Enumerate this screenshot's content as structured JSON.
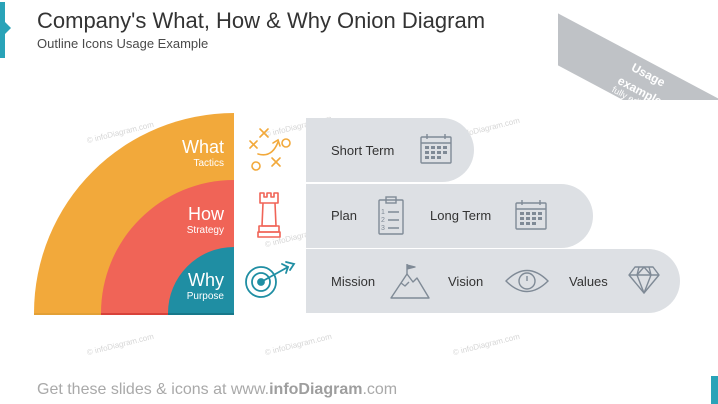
{
  "header": {
    "title": "Company's What, How & Why Onion Diagram",
    "subtitle": "Outline Icons Usage Example"
  },
  "ribbon": {
    "main_line1": "Usage",
    "main_line2": "example",
    "sub": "fully editable"
  },
  "layers": [
    {
      "label": "What",
      "sublabel": "Tactics",
      "color": "#f2a93b"
    },
    {
      "label": "How",
      "sublabel": "Strategy",
      "color": "#f06457"
    },
    {
      "label": "Why",
      "sublabel": "Purpose",
      "color": "#1f8ea3"
    }
  ],
  "rows": [
    {
      "items": [
        {
          "label": "Short Term",
          "icon": "calendar-icon"
        }
      ],
      "layer_icon": "tactics-play-icon"
    },
    {
      "items": [
        {
          "label": "Plan",
          "icon": "clipboard-list-icon"
        },
        {
          "label": "Long Term",
          "icon": "calendar-icon"
        }
      ],
      "layer_icon": "chess-rook-icon"
    },
    {
      "items": [
        {
          "label": "Mission",
          "icon": "mountain-flag-icon"
        },
        {
          "label": "Vision",
          "icon": "eye-icon"
        },
        {
          "label": "Values",
          "icon": "diamond-icon"
        }
      ],
      "layer_icon": "target-arrow-icon"
    }
  ],
  "colors": {
    "bar": "#dde0e4",
    "icon": "#7f8a96",
    "accent": "#29a3b8"
  },
  "watermark": "© infoDiagram.com",
  "footer": {
    "prefix": "Get these slides & icons at www.",
    "brand": "infoDiagram",
    "suffix": ".com"
  }
}
